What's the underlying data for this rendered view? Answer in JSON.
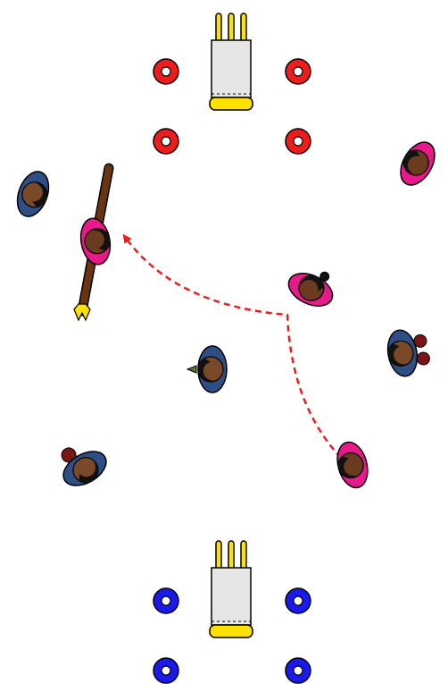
{
  "colors": {
    "background": "#ffffff",
    "team_pink": "#e8198b",
    "team_blue": "#2d4f86",
    "cone_red": "#ee1c1c",
    "cone_blue": "#1a1aee",
    "goal_frame": "#e6e6e6",
    "goal_yellow": "#ffe100",
    "pass_arrow": "#ee1c1c",
    "racket_handle": "#6b3410"
  },
  "diagram": {
    "goals": [
      {
        "id": "top",
        "icon": "goal-icon",
        "cone_color": "red"
      },
      {
        "id": "bottom",
        "icon": "goal-icon",
        "cone_color": "blue"
      }
    ],
    "cones": {
      "red": 4,
      "blue": 4
    },
    "players": [
      {
        "id": "p1",
        "team": "blue",
        "icon": "player-icon"
      },
      {
        "id": "p2",
        "team": "pink",
        "icon": "player-with-racket-icon"
      },
      {
        "id": "p3",
        "team": "pink",
        "icon": "player-icon"
      },
      {
        "id": "p4",
        "team": "pink",
        "icon": "player-icon"
      },
      {
        "id": "p5",
        "team": "blue",
        "icon": "player-icon"
      },
      {
        "id": "p6",
        "team": "blue",
        "icon": "player-icon"
      },
      {
        "id": "p7",
        "team": "blue",
        "icon": "player-icon"
      },
      {
        "id": "p8",
        "team": "pink",
        "icon": "player-icon"
      }
    ],
    "arrows": [
      {
        "id": "pass-path",
        "style": "dashed",
        "icon": "pass-arrow-icon"
      }
    ]
  }
}
